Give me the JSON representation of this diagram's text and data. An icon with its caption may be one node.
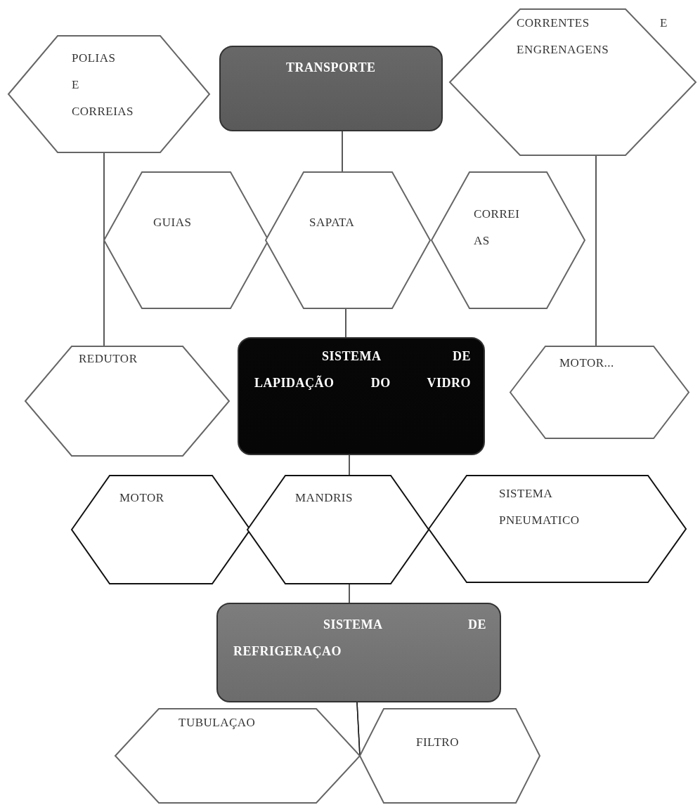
{
  "diagram": {
    "nodes": [
      {
        "text": [
          "POLIAS E CORREIAS"
        ]
      },
      {
        "text": [
          "TRANSPORTE"
        ]
      },
      {
        "text": [
          "CORRENTES E ENGRENAGENS"
        ]
      },
      {
        "text": [
          "GUIAS"
        ]
      },
      {
        "text": [
          "SAPATA"
        ]
      },
      {
        "text": [
          "CORREI AS"
        ]
      },
      {
        "text": [
          "REDUTOR"
        ]
      },
      {
        "text": [
          "SISTEMA DE LAPIDAÇÃO DO VIDRO"
        ]
      },
      {
        "text": [
          "MOTOR..."
        ]
      },
      {
        "text": [
          "MOTOR"
        ]
      },
      {
        "text": [
          "MANDRIS"
        ]
      },
      {
        "text": [
          "SISTEMA PNEUMATICO"
        ]
      },
      {
        "text": [
          "SISTEMA DE REFRIGERAÇAO"
        ]
      },
      {
        "text": [
          "TUBULAÇAO"
        ]
      },
      {
        "text": [
          "FILTRO"
        ]
      }
    ],
    "edges": [
      {
        "from": 1,
        "to": 4,
        "arrow": "none"
      },
      {
        "from": 0,
        "to": 6,
        "arrow": "none"
      },
      {
        "from": 2,
        "to": 8,
        "arrow": "none"
      },
      {
        "from": 4,
        "to": 7,
        "arrow": "none"
      },
      {
        "from": 7,
        "to": 10,
        "arrow": "none"
      },
      {
        "from": 10,
        "to": 12,
        "arrow": "none"
      },
      {
        "from": 12,
        "to": 13,
        "arrow": "none"
      },
      {
        "from": 12,
        "to": 14,
        "arrow": "none"
      }
    ]
  }
}
